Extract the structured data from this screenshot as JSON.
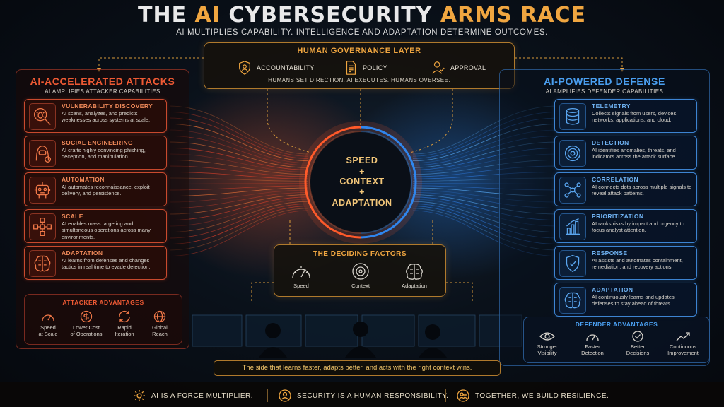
{
  "header": {
    "title_part1": "THE ",
    "title_highlight1": "AI",
    "title_part2": " CYBERSECURITY ",
    "title_highlight2": "ARMS RACE",
    "subtitle": "AI MULTIPLIES CAPABILITY. INTELLIGENCE AND ADAPTATION DETERMINE OUTCOMES."
  },
  "governance": {
    "title": "HUMAN GOVERNANCE LAYER",
    "items": [
      {
        "label": "ACCOUNTABILITY",
        "icon": "shield-person-icon"
      },
      {
        "label": "POLICY",
        "icon": "document-icon"
      },
      {
        "label": "APPROVAL",
        "icon": "person-check-icon"
      }
    ],
    "note": "HUMANS SET DIRECTION.  AI EXECUTES.  HUMANS OVERSEE."
  },
  "attacks": {
    "title": "AI-ACCELERATED ATTACKS",
    "subtitle": "AI AMPLIFIES ATTACKER CAPABILITIES",
    "cards": [
      {
        "title": "VULNERABILITY DISCOVERY",
        "desc": "AI scans, analyzes, and predicts weaknesses across systems at scale.",
        "icon": "bug-magnifier-icon"
      },
      {
        "title": "SOCIAL ENGINEERING",
        "desc": "AI crafts highly convincing phishing, deception, and manipulation.",
        "icon": "hacker-icon"
      },
      {
        "title": "AUTOMATION",
        "desc": "AI automates reconnaissance, exploit delivery, and persistence.",
        "icon": "robot-icon"
      },
      {
        "title": "SCALE",
        "desc": "AI enables mass targeting and simultaneous operations across many environments.",
        "icon": "network-nodes-icon"
      },
      {
        "title": "ADAPTATION",
        "desc": "AI learns from defenses and changes tactics in real time to evade detection.",
        "icon": "brain-icon"
      }
    ],
    "advantages_title": "ATTACKER ADVANTAGES",
    "advantages": [
      {
        "label": "Speed\nat Scale",
        "icon": "speedometer-icon"
      },
      {
        "label": "Lower Cost\nof Operations",
        "icon": "coin-icon"
      },
      {
        "label": "Rapid\nIteration",
        "icon": "cycle-icon"
      },
      {
        "label": "Global\nReach",
        "icon": "globe-icon"
      }
    ]
  },
  "defense": {
    "title": "AI-POWERED DEFENSE",
    "subtitle": "AI AMPLIFIES DEFENDER CAPABILITIES",
    "cards": [
      {
        "title": "TELEMETRY",
        "desc": "Collects signals from users, devices, networks, applications, and cloud.",
        "icon": "database-icon"
      },
      {
        "title": "DETECTION",
        "desc": "AI identifies anomalies, threats, and indicators across the attack surface.",
        "icon": "target-icon"
      },
      {
        "title": "CORRELATION",
        "desc": "AI connects dots across multiple signals to reveal attack patterns.",
        "icon": "graph-icon"
      },
      {
        "title": "PRIORITIZATION",
        "desc": "AI ranks risks by impact and urgency to focus analyst attention.",
        "icon": "bar-chart-icon"
      },
      {
        "title": "RESPONSE",
        "desc": "AI assists and automates containment, remediation, and recovery actions.",
        "icon": "shield-icon"
      },
      {
        "title": "ADAPTATION",
        "desc": "AI continuously learns and updates defenses to stay ahead of threats.",
        "icon": "brain-icon"
      }
    ],
    "advantages_title": "DEFENDER ADVANTAGES",
    "advantages": [
      {
        "label": "Stronger\nVisibility",
        "icon": "eye-icon"
      },
      {
        "label": "Faster\nDetection",
        "icon": "speedometer-icon"
      },
      {
        "label": "Better\nDecisions",
        "icon": "check-circle-icon"
      },
      {
        "label": "Continuous\nImprovement",
        "icon": "trend-up-icon"
      }
    ]
  },
  "core": {
    "line1": "SPEED",
    "plus1": "+",
    "line2": "CONTEXT",
    "plus2": "+",
    "line3": "ADAPTATION"
  },
  "factors": {
    "title": "THE DECIDING FACTORS",
    "items": [
      {
        "label": "Speed",
        "icon": "speedometer-icon"
      },
      {
        "label": "Context",
        "icon": "target-icon"
      },
      {
        "label": "Adaptation",
        "icon": "brain-icon"
      }
    ]
  },
  "tagline": "The side that learns faster, adapts better, and acts with the right context wins.",
  "footer": [
    {
      "label": "AI IS A FORCE MULTIPLIER.",
      "icon": "gear-icon"
    },
    {
      "label": "SECURITY IS A HUMAN RESPONSIBILITY.",
      "icon": "person-icon"
    },
    {
      "label": "TOGETHER, WE BUILD RESILIENCE.",
      "icon": "people-icon"
    }
  ],
  "colors": {
    "attack": "#e8502e",
    "defense": "#3d8ae0",
    "gold": "#f0a640"
  }
}
